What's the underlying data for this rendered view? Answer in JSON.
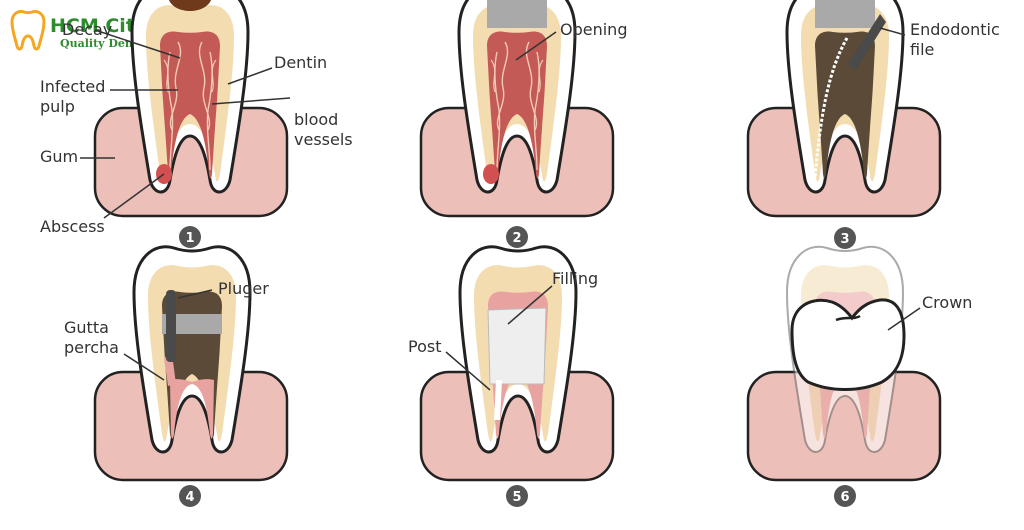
{
  "brand": {
    "name": "HCM City Dental",
    "tagline": "Quality Dental Services",
    "color": "#2e8b2e",
    "icon_color": "#f5a623"
  },
  "colors": {
    "gum": "#ecc0b8",
    "enamel": "#ffffff",
    "outline": "#222222",
    "dentin": "#f2dcb0",
    "pulp": "#c45a55",
    "vessel": "#f1c9b5",
    "decay": "#6e3a1b",
    "opening": "#a9a9a9",
    "filled": "#5b4a38",
    "gutta": "#e8a2a0",
    "filling": "#eeeeee",
    "instrument": "#4a4a4a",
    "badge": "#555555"
  },
  "labels": {
    "decay": "Decay",
    "dentin": "Dentin",
    "infected": "Infected",
    "pulp": "pulp",
    "blood": "blood",
    "vessels": "vessels",
    "gum": "Gum",
    "abscess": "Abscess",
    "opening": "Opening",
    "endodontic": "Endodontic",
    "file": "file",
    "pluger": "Pluger",
    "gutta": "Gutta",
    "percha": "percha",
    "filling": "Filling",
    "post": "Post",
    "crown": "Crown"
  },
  "steps": [
    "1",
    "2",
    "3",
    "4",
    "5",
    "6"
  ]
}
